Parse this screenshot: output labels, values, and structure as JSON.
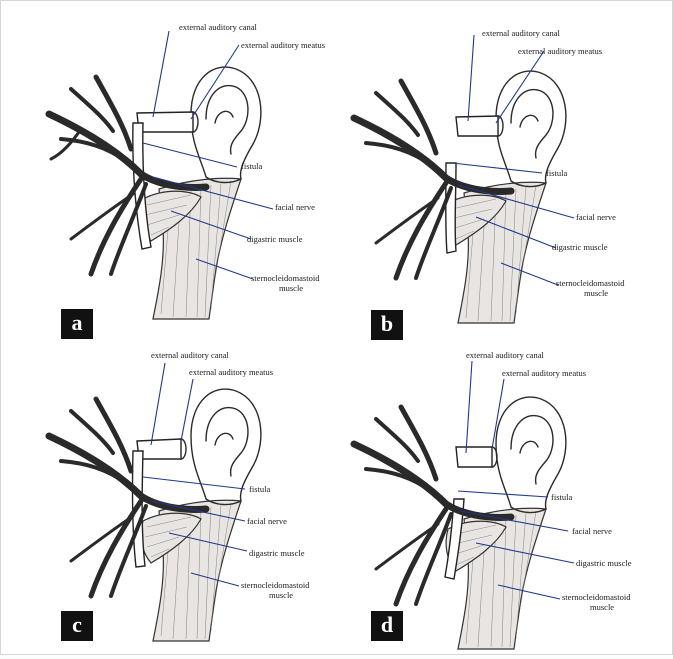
{
  "panels": [
    {
      "id": "a",
      "badge": "a",
      "labels": {
        "canal": "external auditory canal",
        "meatus": "external auditory meatus",
        "fistula": "fistula",
        "facial_nerve": "facial nerve",
        "digastric": "digastric muscle",
        "scm_line1": "sternocleidomastoid",
        "scm_line2": "muscle"
      }
    },
    {
      "id": "b",
      "badge": "b",
      "labels": {
        "canal": "external auditory canal",
        "meatus": "external auditory meatus",
        "fistula": "fistula",
        "facial_nerve": "facial nerve",
        "digastric": "digastric muscle",
        "scm_line1": "sternocleidomastoid",
        "scm_line2": "muscle"
      }
    },
    {
      "id": "c",
      "badge": "c",
      "labels": {
        "canal": "external auditory canal",
        "meatus": "external auditory meatus",
        "fistula": "fistula",
        "facial_nerve": "facial nerve",
        "digastric": "digastric muscle",
        "scm_line1": "sternocleidomastoid",
        "scm_line2": "muscle"
      }
    },
    {
      "id": "d",
      "badge": "d",
      "labels": {
        "canal": "external auditory canal",
        "meatus": "external auditory meatus",
        "fistula": "fistula",
        "facial_nerve": "facial nerve",
        "digastric": "digastric muscle",
        "scm_line1": "sternocleidomastoid",
        "scm_line2": "muscle"
      }
    }
  ],
  "colors": {
    "leader_line": "#1f3a8a",
    "badge_bg": "#111111",
    "badge_text": "#ffffff"
  }
}
